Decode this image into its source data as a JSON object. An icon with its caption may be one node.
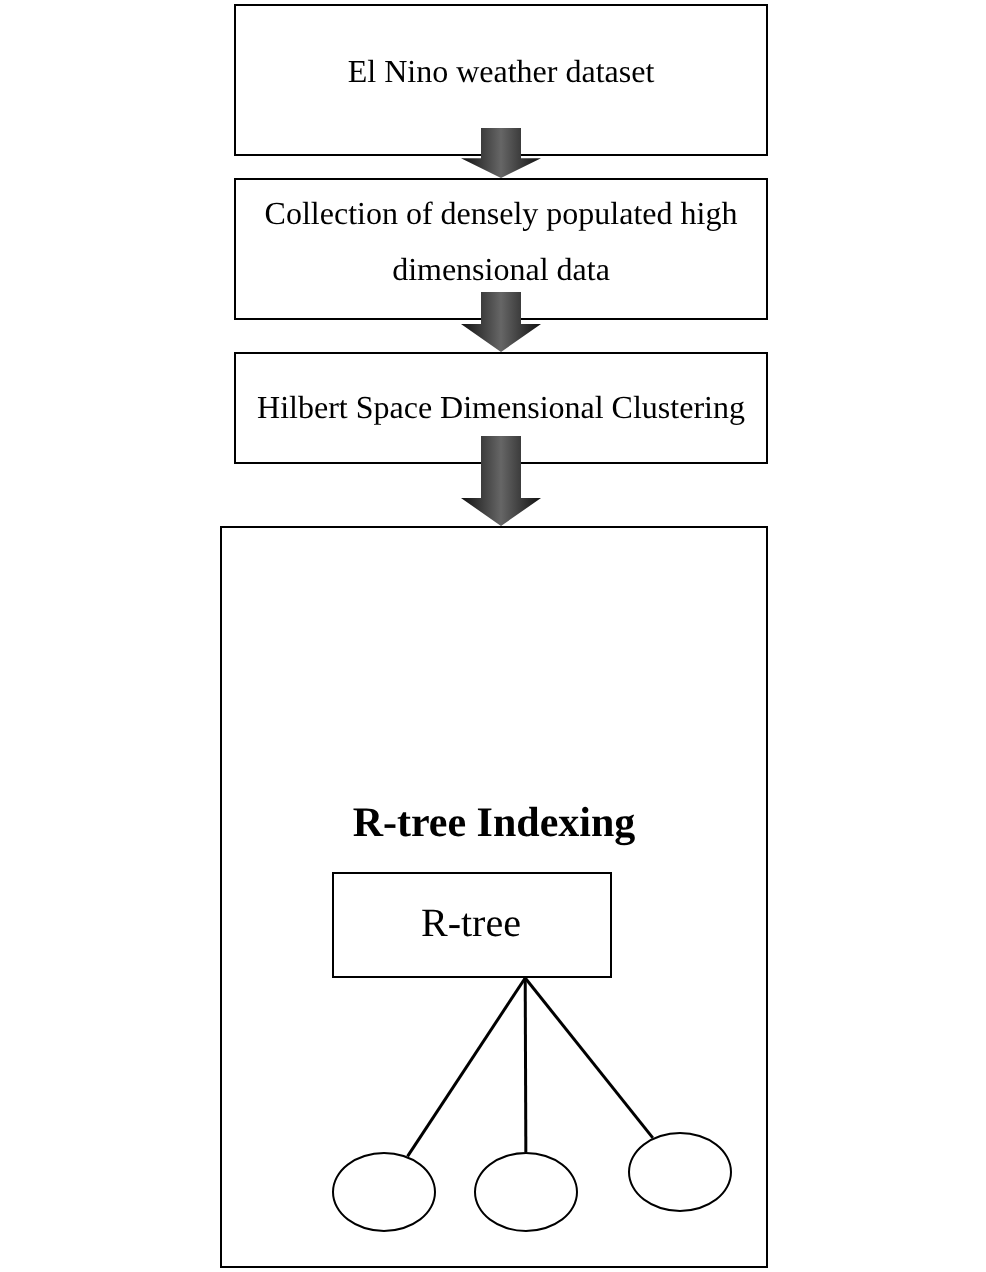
{
  "diagram": {
    "nodes": [
      {
        "text": [
          "El Nino weather dataset"
        ]
      },
      {
        "text": [
          "Collection of densely populated high dimensional data"
        ]
      },
      {
        "text": [
          "Hilbert Space Dimensional Clustering"
        ]
      },
      {
        "text": [
          "R-tree Indexing"
        ]
      },
      {
        "text": [
          "R-tree"
        ],
        "in": 3
      },
      {
        "text": [],
        "shape": "circle",
        "in": 3
      },
      {
        "text": [],
        "shape": "circle",
        "in": 3
      },
      {
        "text": [],
        "shape": "circle",
        "in": 3
      }
    ],
    "edges": [
      {
        "from": 0,
        "to": 1,
        "arrow": "to",
        "style": "thick"
      },
      {
        "from": 1,
        "to": 2,
        "arrow": "to",
        "style": "thick"
      },
      {
        "from": 2,
        "to": 3,
        "arrow": "to",
        "style": "thick"
      },
      {
        "from": 4,
        "to": 5,
        "arrow": "none"
      },
      {
        "from": 4,
        "to": 6,
        "arrow": "none"
      },
      {
        "from": 4,
        "to": 7,
        "arrow": "none"
      }
    ]
  }
}
